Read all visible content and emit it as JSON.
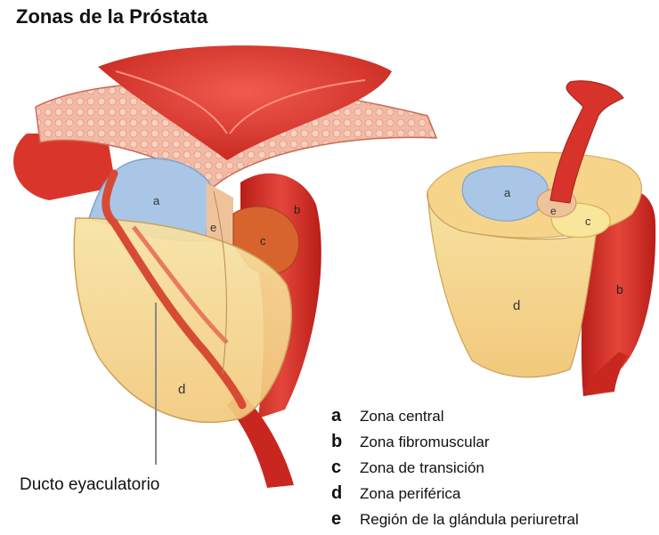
{
  "title": "Zonas de la Próstata",
  "duct_label": "Ducto eyaculatorio",
  "diagram_letters": [
    "a",
    "b",
    "c",
    "d",
    "e"
  ],
  "legend": [
    {
      "letter": "a",
      "text": "Zona central"
    },
    {
      "letter": "b",
      "text": "Zona fibromuscular"
    },
    {
      "letter": "c",
      "text": "Zona de transición"
    },
    {
      "letter": "d",
      "text": "Zona periférica"
    },
    {
      "letter": "e",
      "text": "Región de la glándula periuretral"
    }
  ],
  "colors": {
    "central_zone": "#a9c6e6",
    "fibromuscular": "#cc3226",
    "transition": "#f6dc8a",
    "peripheral": "#f3d58e",
    "periurethral": "#efc39a",
    "urethra": "#c8261e",
    "bladder": "#e94a3f"
  }
}
